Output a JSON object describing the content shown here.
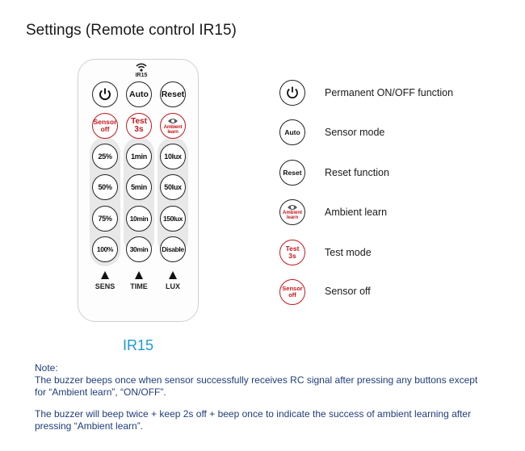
{
  "title": "Settings (Remote control IR15)",
  "remote": {
    "model_top": "IR15",
    "model_name": "IR15",
    "buttons": {
      "power": "power-icon",
      "auto": "Auto",
      "reset": "Reset",
      "sensor_off": [
        "Sensor",
        "off"
      ],
      "test": [
        "Test",
        "3s"
      ],
      "ambient": [
        "Ambient",
        "learn"
      ],
      "sens": [
        "25%",
        "50%",
        "75%",
        "100%"
      ],
      "time": [
        "1min",
        "5min",
        "10min",
        "30min"
      ],
      "lux": [
        "10lux",
        "50lux",
        "150lux",
        "Disable"
      ]
    },
    "column_labels": [
      "SENS",
      "TIME",
      "LUX"
    ]
  },
  "legend": [
    {
      "icon": "power-icon",
      "label": "Permanent ON/OFF function"
    },
    {
      "icon_text": "Auto",
      "label": "Sensor mode"
    },
    {
      "icon_text": "Reset",
      "label": "Reset function"
    },
    {
      "icon_text": [
        "Ambient",
        "learn"
      ],
      "label": "Ambient learn"
    },
    {
      "icon_text": [
        "Test",
        "3s"
      ],
      "label": "Test mode"
    },
    {
      "icon_text": [
        "Sensor",
        "off"
      ],
      "label": "Sensor off"
    }
  ],
  "note": {
    "heading": "Note:",
    "line1": "The buzzer beeps once when sensor successfully receives RC signal after pressing any buttons except",
    "line2": "for “Ambient learn”, “ON/OFF”.",
    "line3": "The buzzer will beep twice + keep 2s off + beep once to indicate the success of ambient learning after",
    "line4": "pressing “Ambient learn”."
  },
  "colors": {
    "accent_red": "#c4161c",
    "model_blue": "#1a9bd7",
    "note_blue": "#1f3d7a"
  }
}
